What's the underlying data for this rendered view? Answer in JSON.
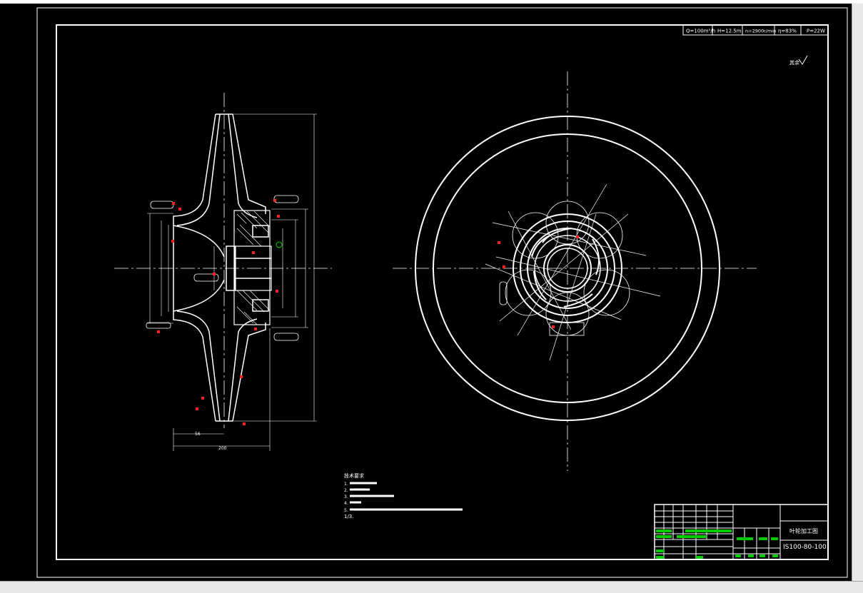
{
  "params": {
    "flow": "Q=100m³/h",
    "head": "H=12.5m",
    "speed": "n=2900r/min",
    "efficiency": "η=83%",
    "power": "P=22W"
  },
  "roughness_note": "其余",
  "notes": {
    "title": "技术要求",
    "items": [
      "1.",
      "2.",
      "3.",
      "4.",
      "5.",
      "1/3."
    ]
  },
  "title_block": {
    "part_name": "叶轮加工图",
    "drawing_number": "IS100-80-100"
  },
  "dims": {
    "total_width": "200",
    "hub_width": "56"
  },
  "colors": {
    "background": "#000000",
    "lines": "#ffffff",
    "dimension_marks": "#ff2020",
    "title_text": "#00ff00"
  }
}
